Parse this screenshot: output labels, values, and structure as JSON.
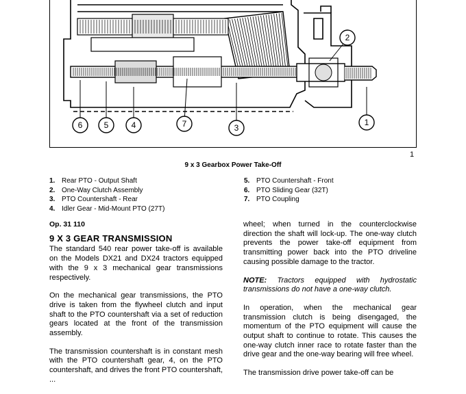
{
  "figure": {
    "number": "1",
    "caption": "9 x 3 Gearbox Power Take-Off",
    "callouts": [
      {
        "label": "1"
      },
      {
        "label": "2"
      },
      {
        "label": "3"
      },
      {
        "label": "4"
      },
      {
        "label": "5"
      },
      {
        "label": "6"
      },
      {
        "label": "7"
      }
    ]
  },
  "legend": {
    "left": [
      {
        "num": "1.",
        "text": "Rear PTO - Output Shaft"
      },
      {
        "num": "2.",
        "text": "One-Way Clutch Assembly"
      },
      {
        "num": "3.",
        "text": "PTO Countershaft - Rear"
      },
      {
        "num": "4.",
        "text": "Idler Gear - Mid-Mount PTO (27T)"
      }
    ],
    "right": [
      {
        "num": "5.",
        "text": "PTO Countershaft - Front"
      },
      {
        "num": "6.",
        "text": "PTO Sliding Gear (32T)"
      },
      {
        "num": "7.",
        "text": "PTO Coupling"
      }
    ]
  },
  "left_column": {
    "op_ref": "Op. 31 110",
    "title": "9 X 3 GEAR TRANSMISSION",
    "paragraphs": [
      "The standard 540 rear power take-off is available on the Models DX21 and DX24 tractors equipped with the 9 x 3 mechanical gear transmissions respectively.",
      "On the mechanical gear transmissions, the PTO drive is taken from the flywheel clutch and input shaft to the PTO countershaft via a set of reduction gears located at the front of the transmission assembly.",
      "The transmission countershaft is in constant mesh with the PTO countershaft gear, 4, on the PTO countershaft, and drives the front PTO countershaft, ..."
    ]
  },
  "right_column": {
    "paragraph_top": "wheel; when turned in the counterclockwise direction the shaft will lock-up. The one-way clutch prevents the power take-off equipment from transmitting power back into the PTO driveline causing possible damage to the tractor.",
    "note_label": "NOTE:",
    "note_text": " Tractors equipped with hydrostatic transmissions do not have a one-way clutch.",
    "paragraph_operation": "In operation, when the mechanical gear transmission clutch is being disengaged, the momentum of the PTO equipment will cause the output shaft to continue to rotate. This causes the one-way clutch inner race to rotate faster than the drive gear and the one-way bearing will free wheel.",
    "paragraph_bottom": "The transmission drive power take-off can be"
  }
}
